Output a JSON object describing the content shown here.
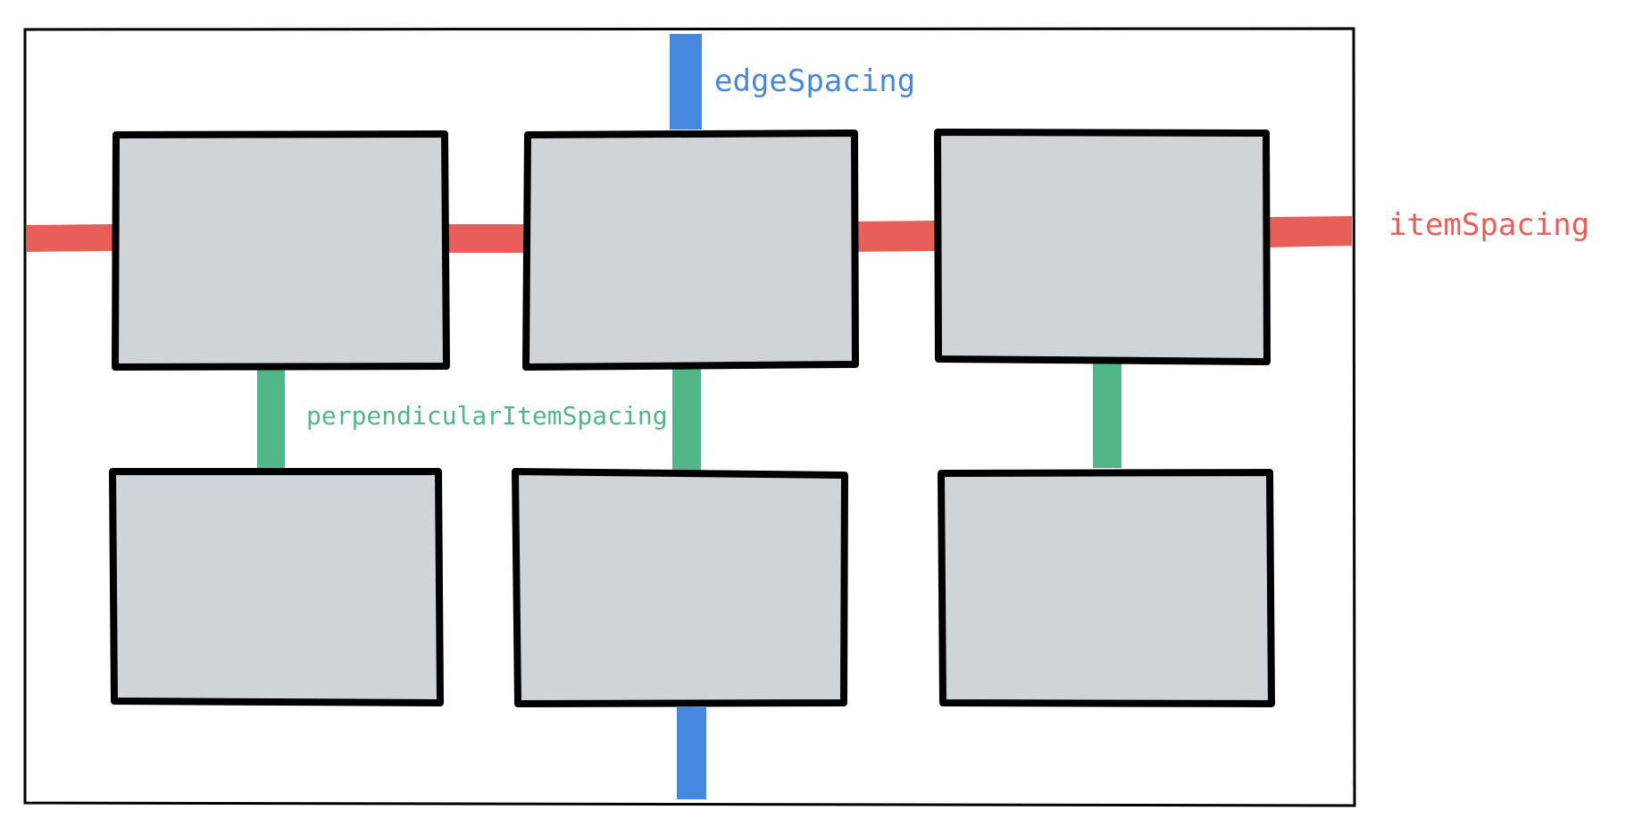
{
  "labels": {
    "edge_spacing": "edgeSpacing",
    "item_spacing": "itemSpacing",
    "perpendicular_item_spacing": "perpendicularItemSpacing"
  },
  "colors": {
    "edge_spacing": "#4688e0",
    "item_spacing": "#e85f5a",
    "perpendicular_item_spacing": "#52b788",
    "item_fill": "#cfd4d8",
    "item_stroke": "#000000",
    "container_stroke": "#000000"
  },
  "grid": {
    "rows": 2,
    "columns": 3
  }
}
